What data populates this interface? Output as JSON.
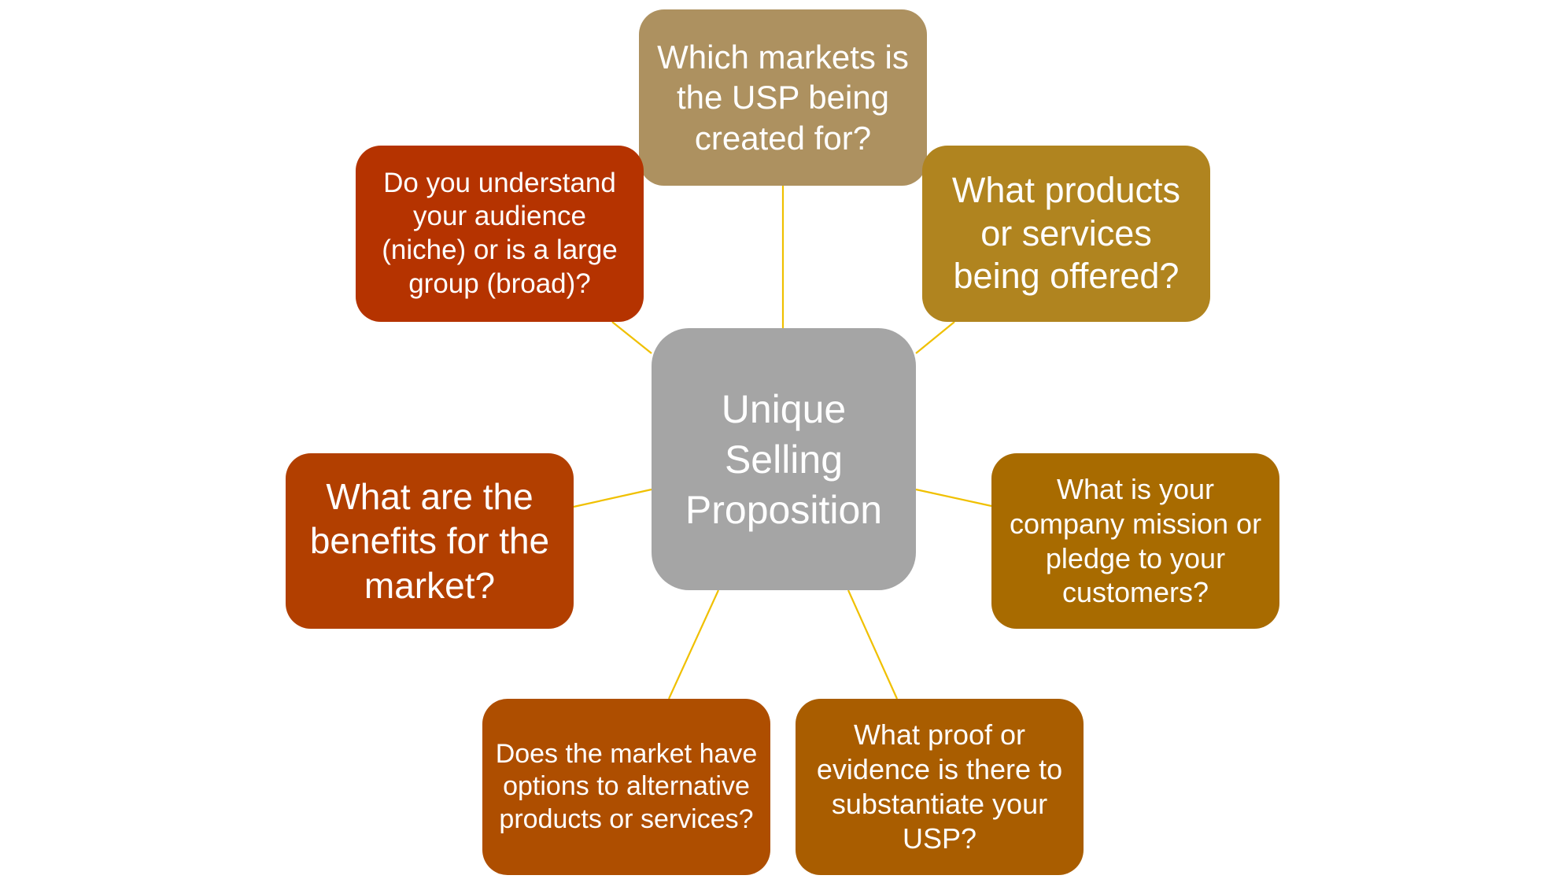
{
  "diagram": {
    "center": {
      "text": "Unique Selling Proposition",
      "color": "#a5a5a5"
    },
    "nodes": [
      {
        "key": "top",
        "text": "Which markets is the USP being created for?",
        "color": "#ad9160"
      },
      {
        "key": "topright",
        "text": "What products or services being offered?",
        "color": "#b0841f"
      },
      {
        "key": "right",
        "text": "What is your company mission or pledge to your customers?",
        "color": "#a86b00"
      },
      {
        "key": "bottomright",
        "text": "What proof or evidence is there to substantiate your USP?",
        "color": "#a95d00"
      },
      {
        "key": "bottomleft",
        "text": "Does the market have options to alternative products or services?",
        "color": "#ae4e00"
      },
      {
        "key": "left",
        "text": "What are the benefits for the market?",
        "color": "#b23f00"
      },
      {
        "key": "topleft",
        "text": "Do you understand your audience (niche) or is a large group (broad)?",
        "color": "#b53300"
      }
    ],
    "connector_color": "#f0c000"
  }
}
